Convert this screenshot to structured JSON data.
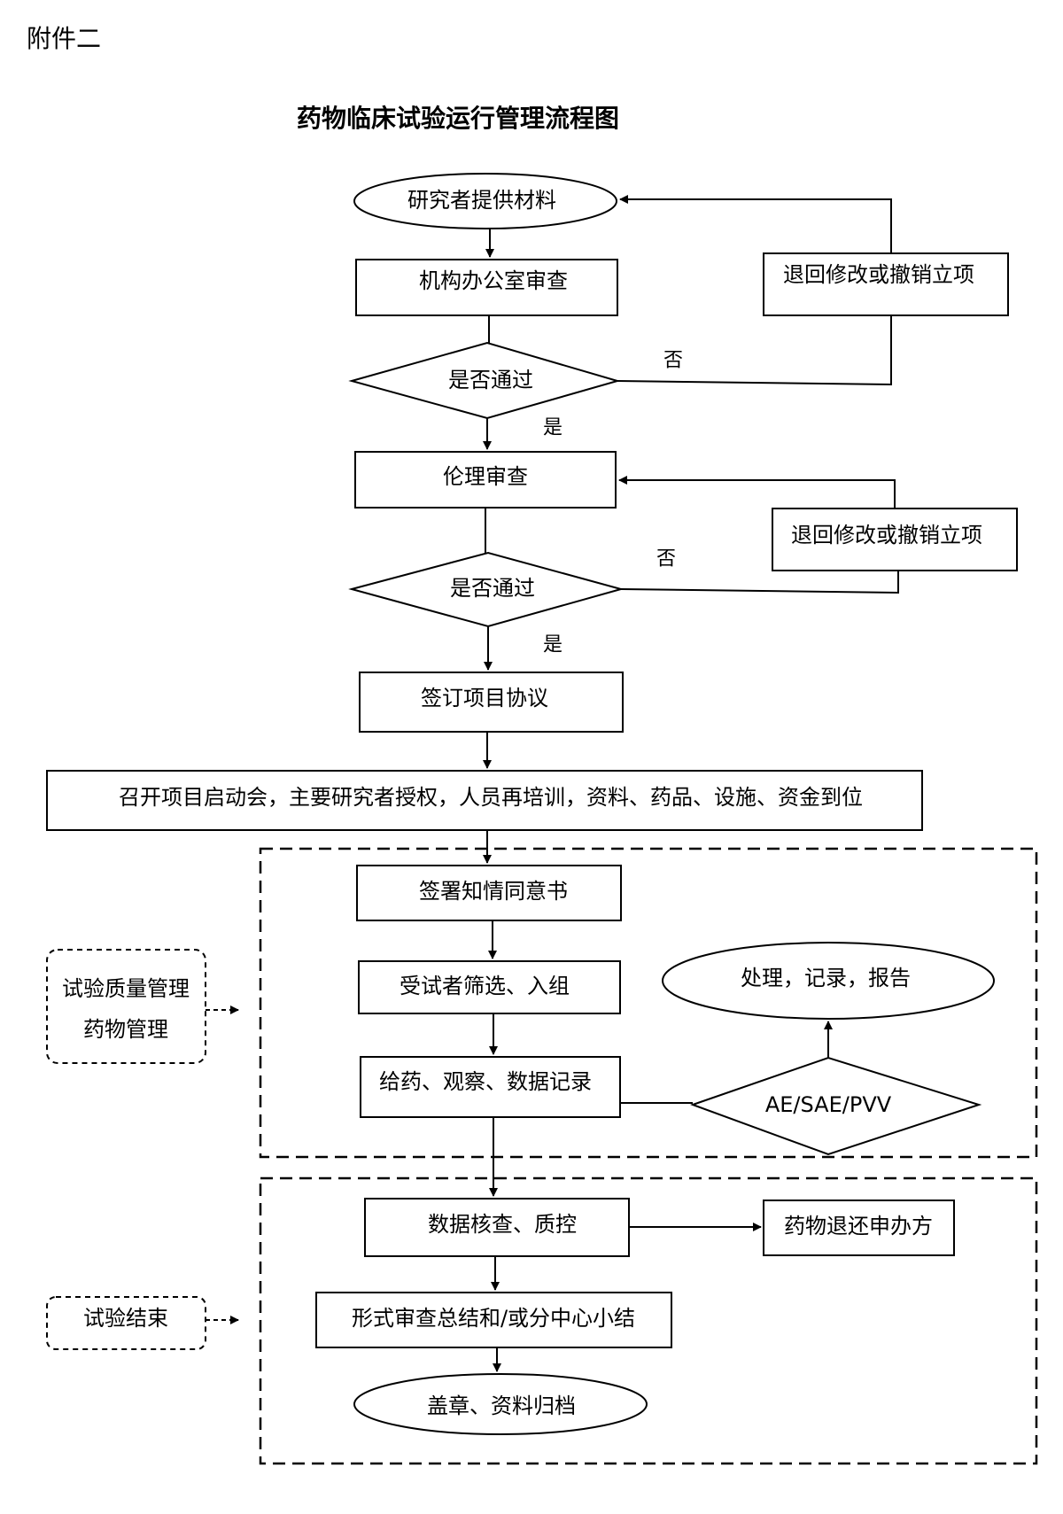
{
  "header": {
    "attachment": "附件二",
    "title": "药物临床试验运行管理流程图"
  },
  "nodes": {
    "start": "研究者提供材料",
    "office_review": "机构办公室审查",
    "pass_1": "是否通过",
    "return_1": "退回修改或撤销立项",
    "ethics_review": "伦理审查",
    "pass_2": "是否通过",
    "return_2": "退回修改或撤销立项",
    "sign_agreement": "签订项目协议",
    "kickoff": "召开项目启动会，主要研究者授权，人员再培训，资料、药品、设施、资金到位",
    "consent": "签署知情同意书",
    "screening": "受试者筛选、入组",
    "dosing": "给药、观察、数据记录",
    "ae": "AE/SAE/PVV",
    "handle": "处理，记录，报告",
    "data_check": "数据核查、质控",
    "drug_return": "药物退还申办方",
    "summary": "形式审查总结和/或分中心小结",
    "archive": "盖章、资料归档"
  },
  "side_labels": {
    "quality_line1": "试验质量管理",
    "quality_line2": "药物管理",
    "trial_end": "试验结束"
  },
  "edge_labels": {
    "no_1": "否",
    "yes_1": "是",
    "no_2": "否",
    "yes_2": "是"
  }
}
